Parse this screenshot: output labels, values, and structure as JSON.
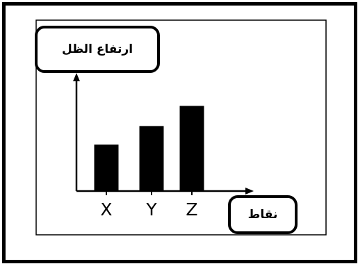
{
  "chart_data": {
    "type": "bar",
    "categories": [
      "X",
      "Y",
      "Z"
    ],
    "values": [
      3,
      4.2,
      5.5
    ],
    "ylabel": "ارتفاع الظل",
    "xlabel": "نقاط",
    "title": "",
    "ylim": [
      0,
      7
    ],
    "grid": false,
    "legend": "none"
  },
  "colors": {
    "bar": "#000000",
    "axis": "#000000",
    "background": "#ffffff"
  }
}
